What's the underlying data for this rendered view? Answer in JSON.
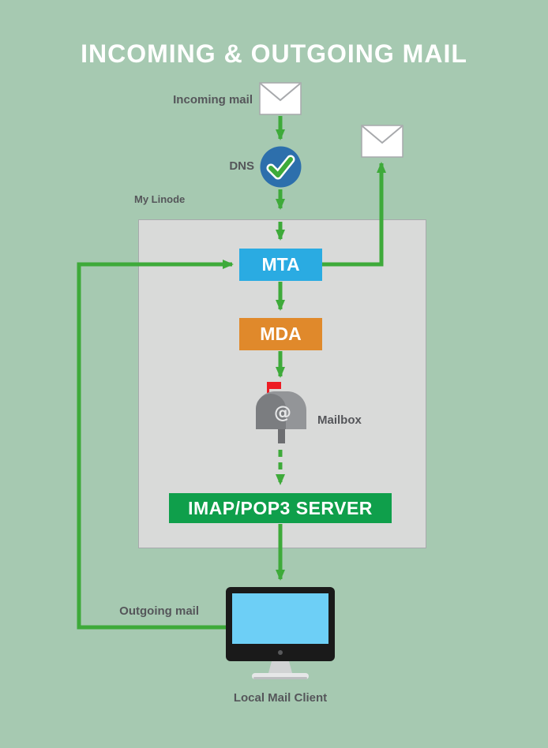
{
  "title": "INCOMING & OUTGOING MAIL",
  "labels": {
    "incoming_mail": "Incoming mail",
    "dns": "DNS",
    "my_linode": "My Linode",
    "mailbox": "Mailbox",
    "outgoing_mail": "Outgoing mail",
    "local_mail_client": "Local Mail Client"
  },
  "nodes": {
    "mta": "MTA",
    "mda": "MDA",
    "imap_pop3_server": "IMAP/POP3 SERVER"
  },
  "icons": {
    "mailbox_at": "@"
  },
  "colors": {
    "background": "#a6c9b1",
    "arrow_green": "#3eaa3a",
    "dns_circle_blue": "#2d6fac",
    "mta_blue": "#2aabe2",
    "mda_orange": "#e0892b",
    "imap_green": "#0f9f4b",
    "linode_box_fill": "#d9dad9",
    "linode_box_border": "#a7a9ac",
    "label_gray": "#55565a",
    "title_white": "#ffffff",
    "screen_blue": "#6dcff6",
    "mailbox_flag_red": "#ed1c24"
  },
  "diagram": {
    "incoming_flow": [
      "Incoming mail",
      "DNS",
      "MTA",
      "MDA",
      "Mailbox",
      "IMAP/POP3 SERVER",
      "Local Mail Client"
    ],
    "outgoing_flow": [
      "Local Mail Client",
      "MTA",
      "Outgoing mail"
    ]
  }
}
